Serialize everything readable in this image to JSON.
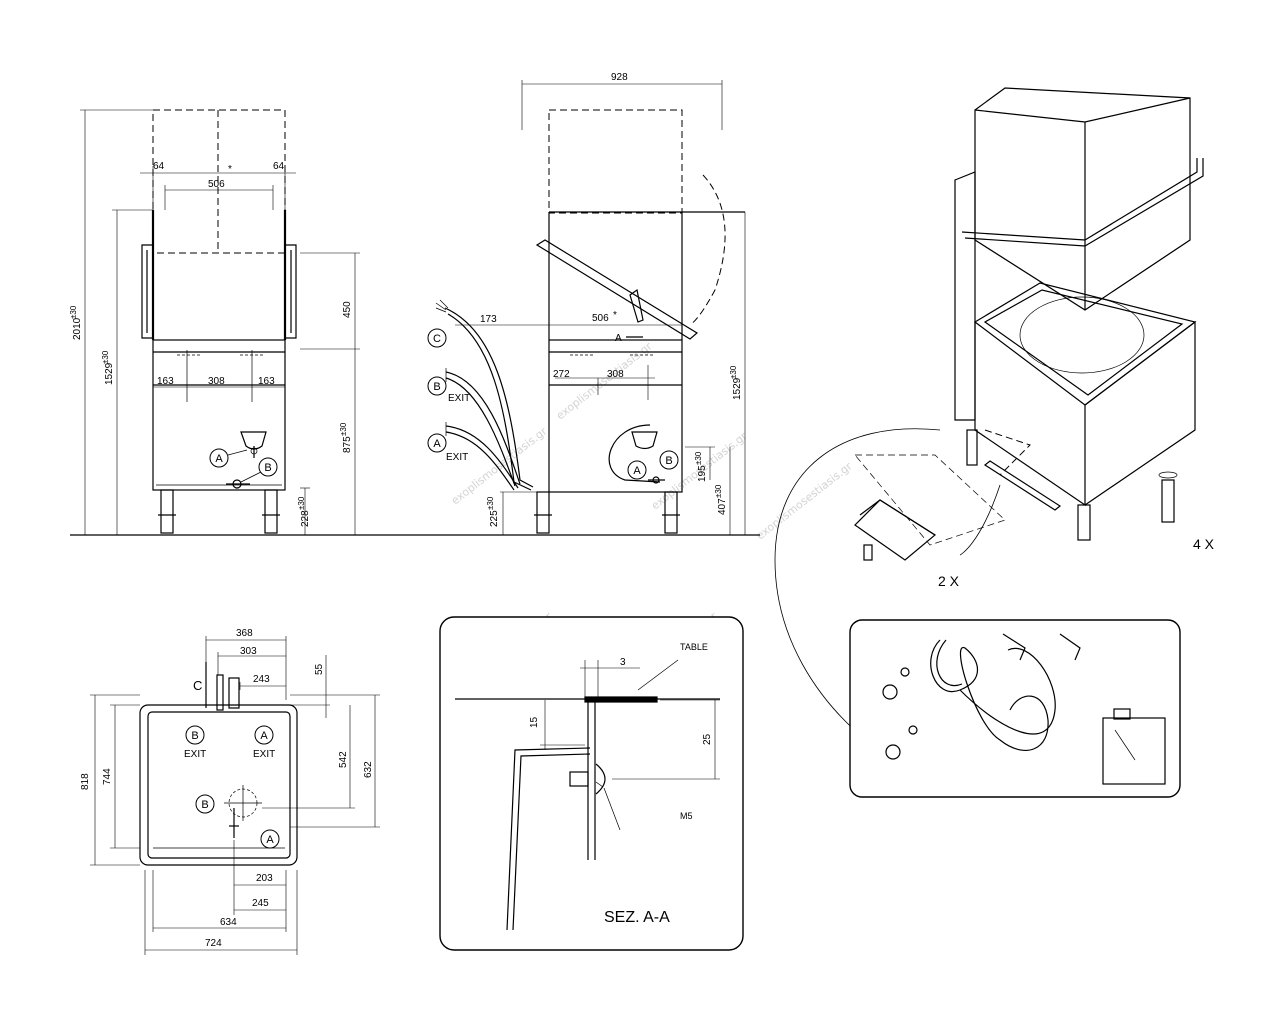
{
  "front_view": {
    "dims": {
      "total_height": "2010",
      "tol_total": "±30",
      "open_height": "1529",
      "tol_open": "±30",
      "top_gap": "450",
      "table_height": "875",
      "tol_table": "±30",
      "leg_height": "228",
      "tol_leg": "±30",
      "side_left": "64",
      "side_right": "64",
      "hood_width": "506",
      "base_left": "163",
      "base_mid": "308",
      "base_right": "163",
      "asterisk": "*"
    },
    "labels": {
      "a": "A",
      "b": "B"
    }
  },
  "side_view": {
    "dims": {
      "width": "928",
      "hood_offset": "506",
      "asterisk": "*",
      "left_offset": "173",
      "base_left": "272",
      "base_right": "308",
      "open_height": "1529",
      "tol_open": "±30",
      "leg_height": "225",
      "tol_leg": "±30",
      "conn_height": "195",
      "tol_conn": "±30",
      "drain_height": "407",
      "tol_drain": "±30"
    },
    "labels": {
      "a": "A",
      "b": "B",
      "c": "C",
      "exit": "EXIT",
      "section": "A"
    }
  },
  "plan_view": {
    "dims": {
      "d368": "368",
      "d303": "303",
      "d243": "243",
      "d55": "55",
      "d818": "818",
      "d744": "744",
      "d542": "542",
      "d632": "632",
      "d203": "203",
      "d245": "245",
      "d634": "634",
      "d724": "724"
    },
    "labels": {
      "c": "C",
      "b": "B",
      "a": "A",
      "exit": "EXIT"
    }
  },
  "section_view": {
    "title": "SEZ. A-A",
    "dims": {
      "d3": "3",
      "d15": "15",
      "d25": "25"
    },
    "labels": {
      "table": "TABLE",
      "m5": "M5"
    }
  },
  "iso_view": {
    "labels": {
      "two_x": "2 X",
      "four_x": "4 X"
    }
  }
}
